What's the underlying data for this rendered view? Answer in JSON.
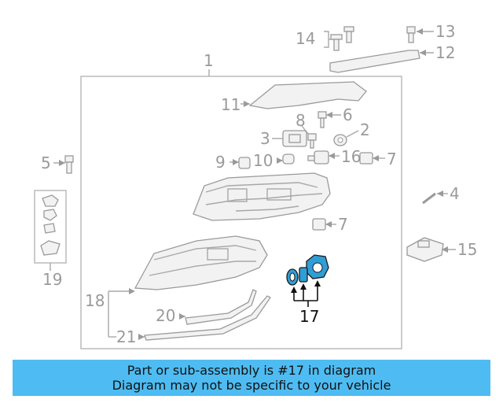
{
  "callouts": {
    "c1": "1",
    "c2": "2",
    "c3": "3",
    "c4": "4",
    "c5": "5",
    "c6": "6",
    "c7a": "7",
    "c7b": "7",
    "c8": "8",
    "c9": "9",
    "c10": "10",
    "c11": "11",
    "c12": "12",
    "c13": "13",
    "c14": "14",
    "c15": "15",
    "c16": "16",
    "c17": "17",
    "c18": "18",
    "c19": "19",
    "c20": "20",
    "c21": "21"
  },
  "highlighted_part": "17",
  "colors": {
    "banner": "#4ebcf2",
    "highlight": "#2f9ed6",
    "line": "#a8a8a8"
  },
  "banner": {
    "line1": "Part or sub-assembly is #17 in diagram",
    "line2": "Diagram may not be specific to your vehicle"
  }
}
